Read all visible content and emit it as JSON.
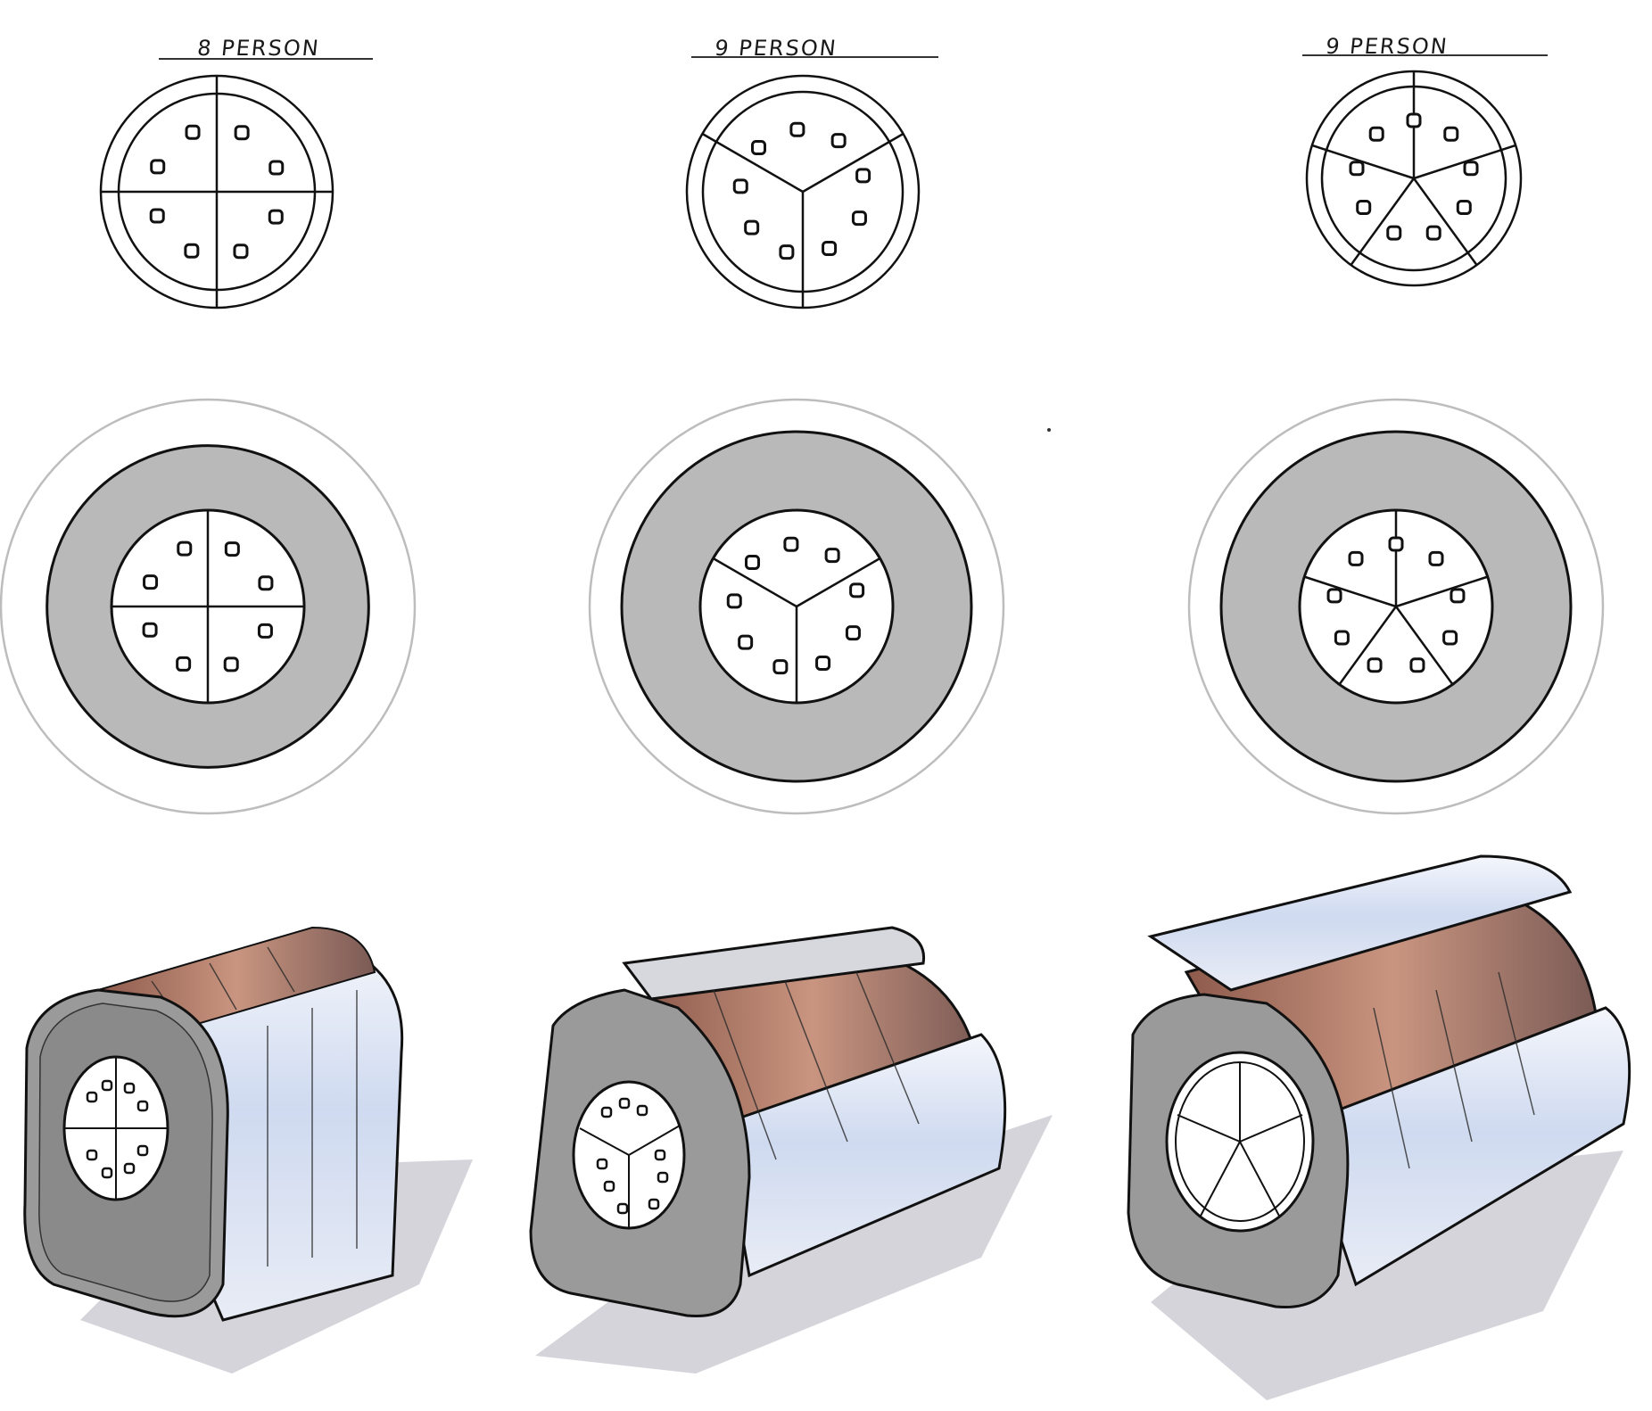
{
  "columns": [
    {
      "id": "col-1",
      "label": "8  PERSON",
      "segments": 4,
      "seats": 8
    },
    {
      "id": "col-2",
      "label": "9    PERSON",
      "segments": 3,
      "seats": 9
    },
    {
      "id": "col-3",
      "label": "9    PERSON",
      "segments": 5,
      "seats": 9
    }
  ],
  "colors": {
    "ink": "#111111",
    "hull_grey": "#b9b9b9",
    "face_grey": "#8f8f8f",
    "outline_grey": "#bdbdbd",
    "panel_copper": "#a87766",
    "panel_glass": "#dfe7f5",
    "shadow": "#cfcfd4"
  }
}
